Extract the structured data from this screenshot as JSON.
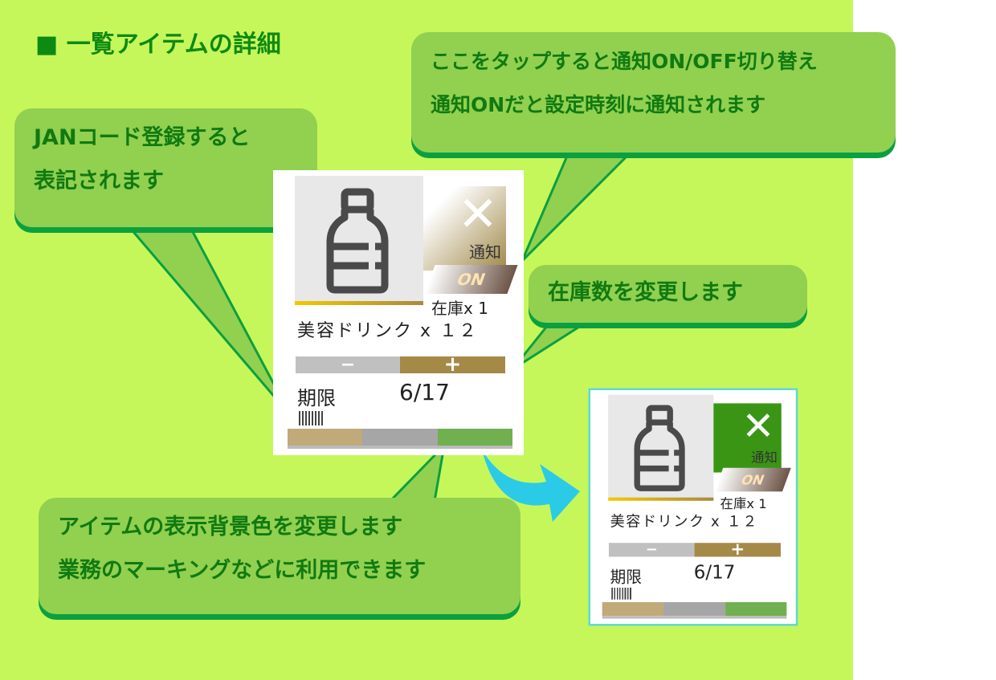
{
  "title": "■ 一覧アイテムの詳細",
  "callouts": {
    "jan": [
      "JANコード登録すると",
      "表記されます"
    ],
    "notify": [
      "ここをタップすると通知ON/OFF切り替え",
      "通知ONだと設定時刻に通知されます"
    ],
    "stock": "在庫数を変更します",
    "color": [
      "アイテムの表示背景色を変更します",
      "業務のマーキングなどに利用できます"
    ]
  },
  "card": {
    "notify_label": "通知",
    "on_label": "ON",
    "stock": "在庫x 1",
    "name": "美容ドリンク x １２",
    "minus": "−",
    "plus": "+",
    "expiry_label": "期限",
    "expiry_date": "6/17",
    "close": "✕"
  },
  "colors": {
    "accent": "#92d050",
    "swatches": [
      "#c0aa7a",
      "#a6a6a6",
      "#70b050"
    ],
    "notify_active": "#3a9515"
  }
}
